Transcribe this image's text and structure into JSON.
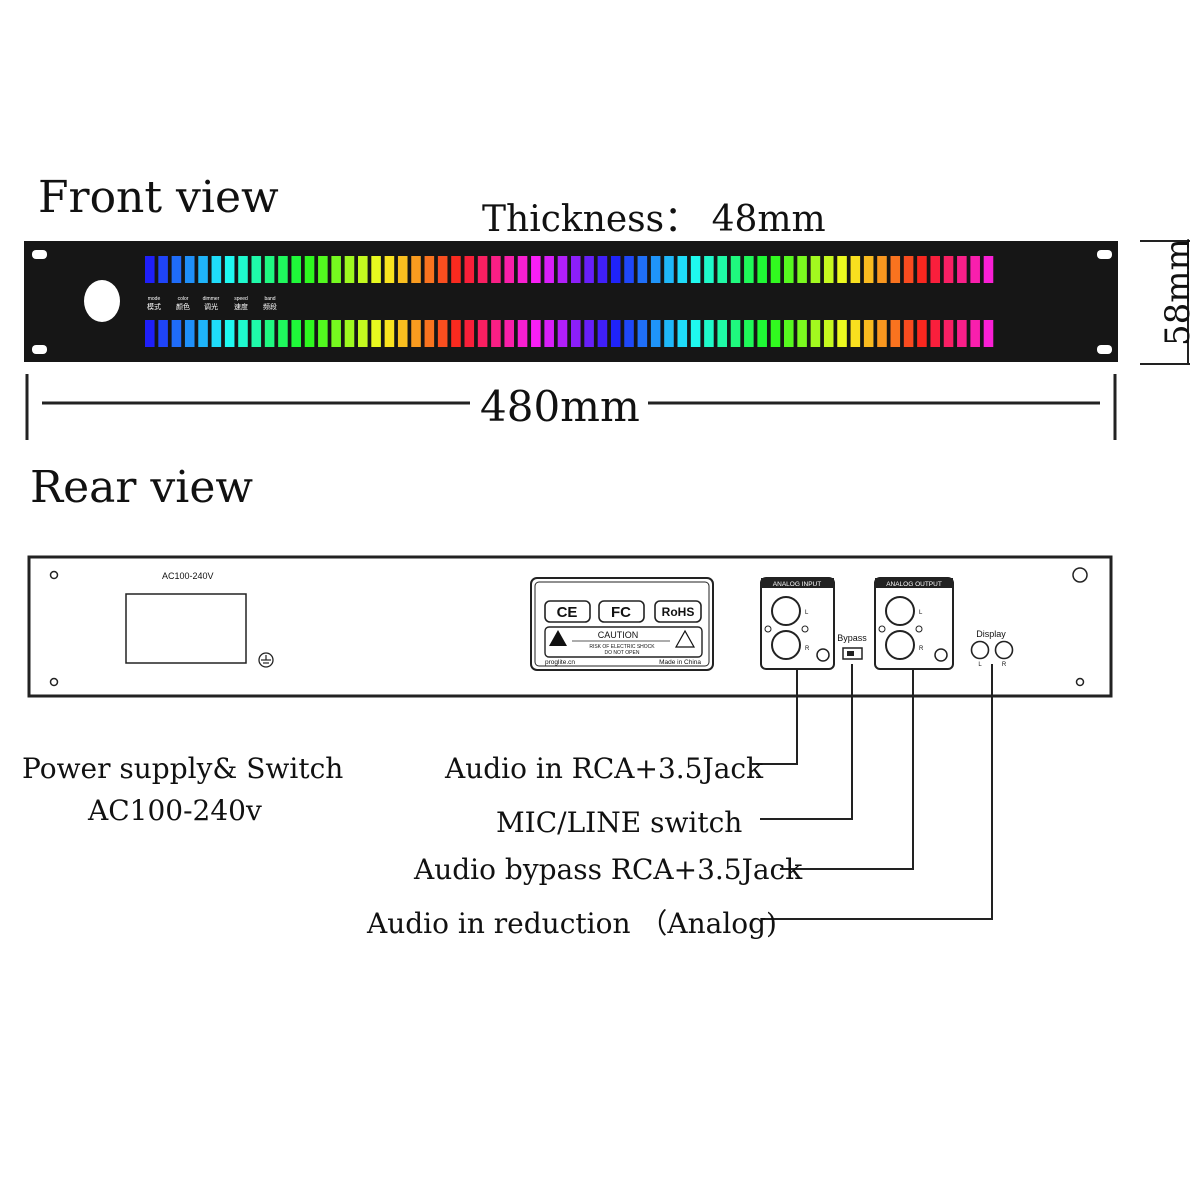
{
  "titles": {
    "front_view": "Front view",
    "rear_view": "Rear view",
    "thickness": "Thickness： 48mm"
  },
  "dimensions": {
    "width": "480mm",
    "height": "58mm"
  },
  "front_panel": {
    "bar_count": 64,
    "controls": [
      {
        "en": "mode",
        "zh": "模式"
      },
      {
        "en": "color",
        "zh": "颜色"
      },
      {
        "en": "dimmer",
        "zh": "调光"
      },
      {
        "en": "speed",
        "zh": "速度"
      },
      {
        "en": "band",
        "zh": "频段"
      }
    ]
  },
  "rear_panel": {
    "ac_label": "AC100-240V",
    "cert": {
      "ce": "CE",
      "fc": "FC",
      "rohs": "RoHS",
      "caution": "CAUTION",
      "risk_line1": "RISK OF ELECTRIC SHOCK",
      "risk_line2": "DO NOT OPEN",
      "website": "proglite.cn",
      "made_in": "Made in China"
    },
    "analog_input": "ANALOG INPUT",
    "analog_output": "ANALOG OUTPUT",
    "bypass": "Bypass",
    "display": "Display",
    "channel_l": "L",
    "channel_r": "R"
  },
  "callouts": {
    "power_supply": "Power supply& Switch",
    "power_voltage": "AC100-240v",
    "audio_in": "Audio in RCA+3.5Jack",
    "mic_line": "MIC/LINE switch",
    "audio_bypass": "Audio bypass RCA+3.5Jack",
    "audio_reduction": "Audio in reduction （Analog)"
  },
  "colors": {
    "panel": "#161616",
    "outline": "#222222",
    "white": "#ffffff"
  }
}
